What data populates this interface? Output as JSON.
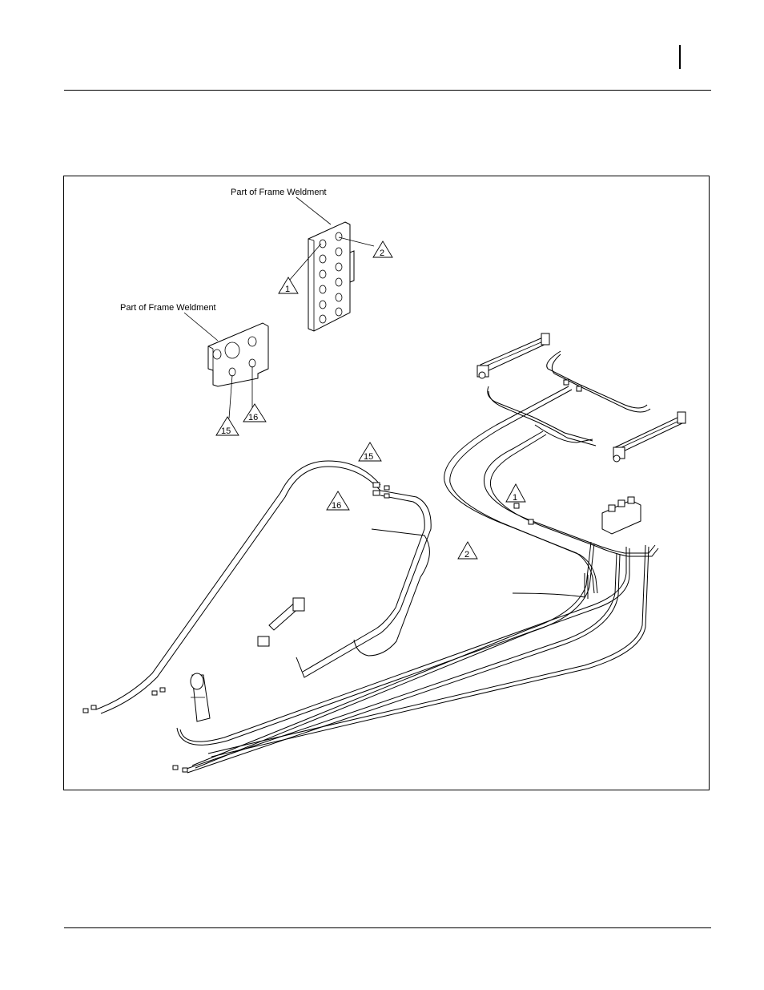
{
  "labels": {
    "frame_weldment_upper": "Part of Frame Weldment",
    "frame_weldment_lower": "Part of Frame Weldment"
  },
  "callouts": {
    "c1_plate": "1",
    "c2_plate": "2",
    "c15_plate": "15",
    "c16_plate": "16",
    "c15_hose": "15",
    "c16_hose": "16",
    "c1_hose": "1",
    "c2_hose": "2"
  }
}
